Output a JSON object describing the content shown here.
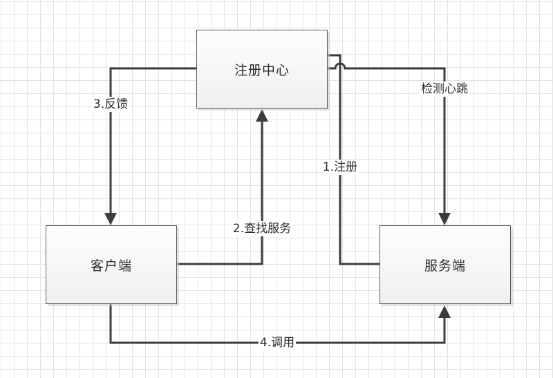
{
  "diagram": {
    "type": "flowchart",
    "theme": {
      "line_color": "#3c3c3c",
      "node_border_color": "#5a5a5a",
      "grid_color": "#e3e3e3",
      "background_color": "#ffffff"
    },
    "nodes": [
      {
        "id": "registry",
        "label": "注册中心"
      },
      {
        "id": "client",
        "label": "客户端"
      },
      {
        "id": "server",
        "label": "服务端"
      }
    ],
    "edges": [
      {
        "id": "register",
        "from": "server",
        "to": "registry",
        "label": "1.注册"
      },
      {
        "id": "find",
        "from": "client",
        "to": "registry",
        "label": "2.查找服务"
      },
      {
        "id": "feedback",
        "from": "registry",
        "to": "client",
        "label": "3.反馈"
      },
      {
        "id": "invoke",
        "from": "client",
        "to": "server",
        "label": "4.调用"
      },
      {
        "id": "heartbeat",
        "from": "registry",
        "to": "server",
        "label": "检测心跳"
      }
    ]
  }
}
